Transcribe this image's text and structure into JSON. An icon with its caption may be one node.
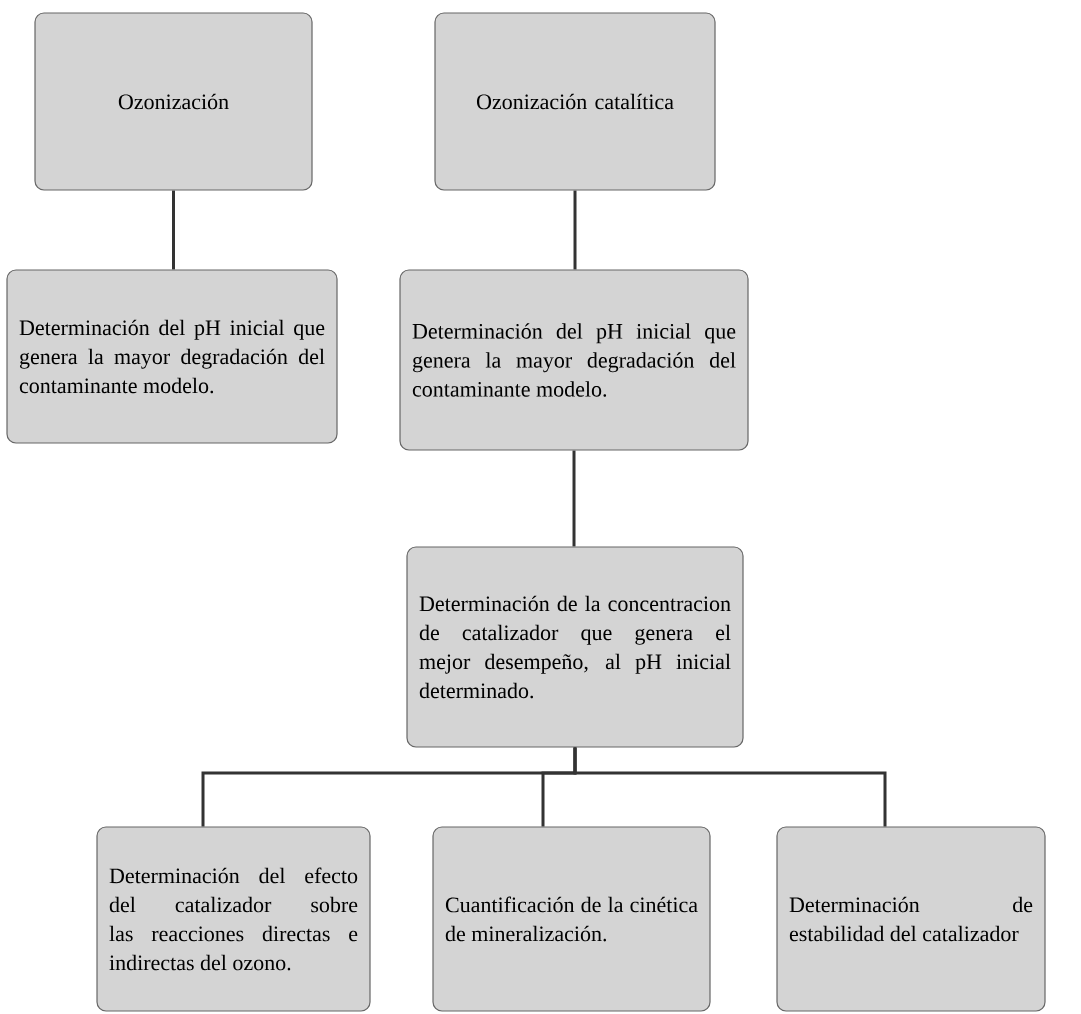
{
  "diagram": {
    "nodes": [
      {
        "text": [
          "Ozonización"
        ]
      },
      {
        "text": [
          "Ozonización catalítica"
        ]
      },
      {
        "text": [
          "Determinación del pH inicial que genera la mayor degradación del contaminante modelo."
        ]
      },
      {
        "text": [
          "Determinación del pH inicial que genera la mayor degradación del contaminante modelo."
        ]
      },
      {
        "text": [
          "Determinación de la concentracion de catalizador que genera el mejor desempeño, al pH inicial determinado."
        ]
      },
      {
        "text": [
          "Determinación del efecto del catalizador sobre las reacciones directas e indirectas del ozono."
        ]
      },
      {
        "text": [
          "Cuantificación de la cinética de mineralización."
        ]
      },
      {
        "text": [
          "Determinación de estabilidad del catalizador"
        ]
      }
    ],
    "edges": [
      {
        "from": 0,
        "to": 2,
        "arrow": "none"
      },
      {
        "from": 1,
        "to": 3,
        "arrow": "none"
      },
      {
        "from": 3,
        "to": 4,
        "arrow": "none"
      },
      {
        "from": 4,
        "to": 5,
        "arrow": "none"
      },
      {
        "from": 4,
        "to": 6,
        "arrow": "none"
      },
      {
        "from": 4,
        "to": 7,
        "arrow": "none"
      }
    ]
  }
}
